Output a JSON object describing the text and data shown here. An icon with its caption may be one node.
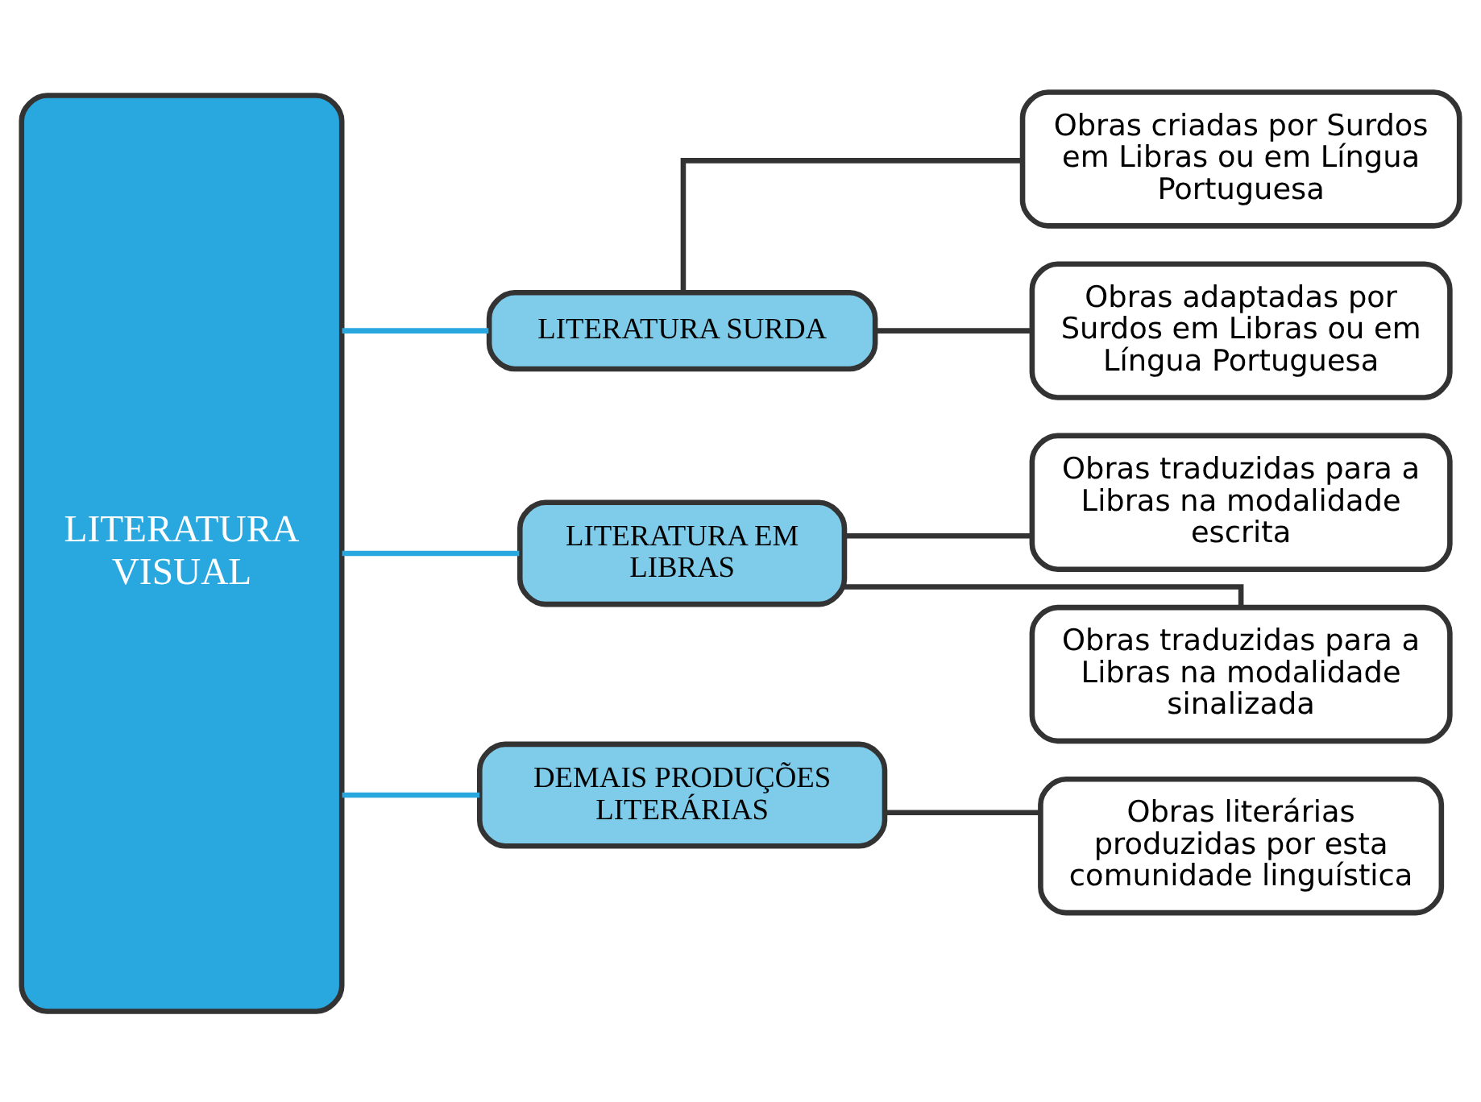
{
  "diagram": {
    "nodes": [
      {
        "text": [
          "LITERATURA VISUAL"
        ]
      },
      {
        "text": [
          "LITERATURA SURDA"
        ]
      },
      {
        "text": [
          "LITERATURA EM LIBRAS"
        ]
      },
      {
        "text": [
          "DEMAIS PRODUÇÕES LITERÁRIAS"
        ]
      },
      {
        "text": [
          "Obras criadas por Surdos em Libras ou em Língua Portuguesa"
        ]
      },
      {
        "text": [
          "Obras adaptadas por Surdos em Libras ou em Língua Portuguesa"
        ]
      },
      {
        "text": [
          "Obras traduzidas para a Libras na modalidade escrita"
        ]
      },
      {
        "text": [
          "Obras traduzidas para a Libras na modalidade sinalizada"
        ]
      },
      {
        "text": [
          "Obras literárias produzidas por esta comunidade linguística"
        ]
      }
    ],
    "edges": [
      {
        "from": 0,
        "to": 1,
        "arrow": "none",
        "color": "#29a8e0"
      },
      {
        "from": 0,
        "to": 2,
        "arrow": "none",
        "color": "#29a8e0"
      },
      {
        "from": 0,
        "to": 3,
        "arrow": "none",
        "color": "#29a8e0"
      },
      {
        "from": 1,
        "to": 4,
        "arrow": "none"
      },
      {
        "from": 1,
        "to": 5,
        "arrow": "none"
      },
      {
        "from": 2,
        "to": 6,
        "arrow": "none"
      },
      {
        "from": 2,
        "to": 7,
        "arrow": "none"
      },
      {
        "from": 3,
        "to": 8,
        "arrow": "none"
      }
    ]
  }
}
